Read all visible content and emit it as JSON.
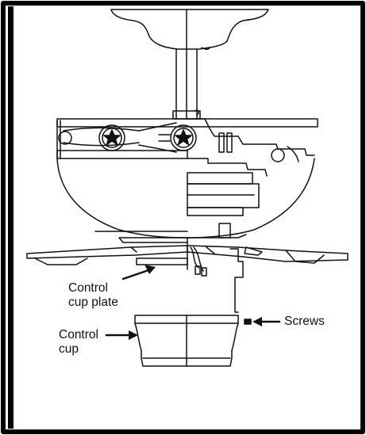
{
  "labels": {
    "control_cup_plate": [
      "Control",
      "cup plate"
    ],
    "control_cup": [
      "Control",
      "cup"
    ],
    "screws": "Screws"
  },
  "colors": {
    "ink": "#111111",
    "border": "#000000",
    "background": "#ffffff"
  },
  "icons": [
    "arrow-icon",
    "star-medallion-icon",
    "screw-icon"
  ]
}
